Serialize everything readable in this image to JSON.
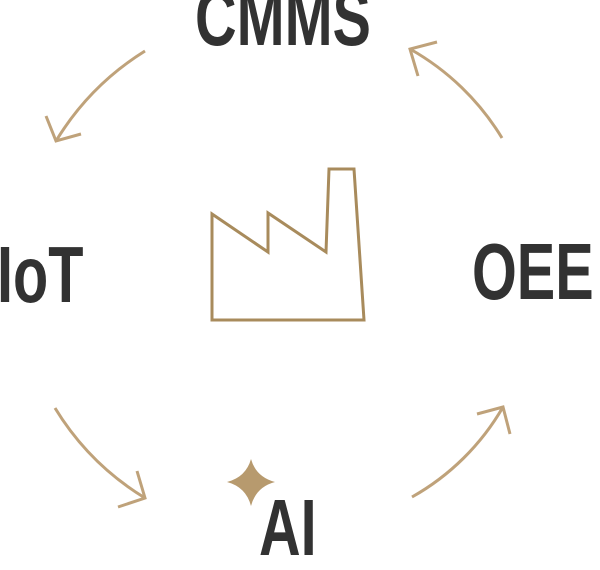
{
  "diagram": {
    "labels": {
      "cmms": "CMMS",
      "iot": "IoT",
      "oee": "OEE",
      "ai": "AI"
    },
    "icons": {
      "center": "factory-icon",
      "ai_accent": "sparkle-icon",
      "cycle": "curved-arrow-icons"
    },
    "colors": {
      "label_text": "#323232",
      "arrow": "#bfa27a",
      "factory_outline": "#a88b5c",
      "sparkle": "#b79a6e",
      "background": "#ffffff"
    }
  }
}
